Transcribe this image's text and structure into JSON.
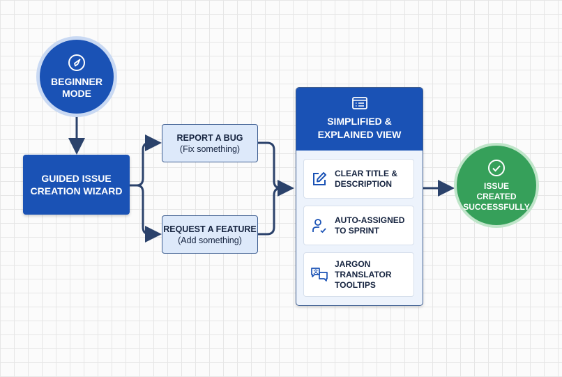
{
  "start": {
    "label_line1": "BEGINNER",
    "label_line2": "MODE",
    "icon": "compass-icon"
  },
  "wizard": {
    "label_line1": "GUIDED ISSUE",
    "label_line2": "CREATION WIZARD"
  },
  "options": [
    {
      "title": "REPORT A BUG",
      "subtitle": "(Fix something)"
    },
    {
      "title": "REQUEST A FEATURE",
      "subtitle": "(Add something)"
    }
  ],
  "panel": {
    "title_line1": "SIMPLIFIED &",
    "title_line2": "EXPLAINED VIEW",
    "icon": "list-window-icon",
    "items": [
      {
        "line1": "CLEAR TITLE &",
        "line2": "DESCRIPTION",
        "icon": "edit-icon"
      },
      {
        "line1": "AUTO-ASSIGNED",
        "line2": "TO SPRINT",
        "icon": "user-check-icon"
      },
      {
        "line1": "JARGON",
        "line2": "TRANSLATOR",
        "line3": "TOOLTIPS",
        "icon": "translate-chat-icon"
      }
    ]
  },
  "end": {
    "line1": "ISSUE",
    "line2": "CREATED",
    "line3": "SUCCESSFULLY",
    "icon": "check-circle-icon"
  },
  "colors": {
    "primary": "#1a52b5",
    "option_fill": "#dde9fa",
    "connector": "#2b426b",
    "success": "#36a05a"
  }
}
